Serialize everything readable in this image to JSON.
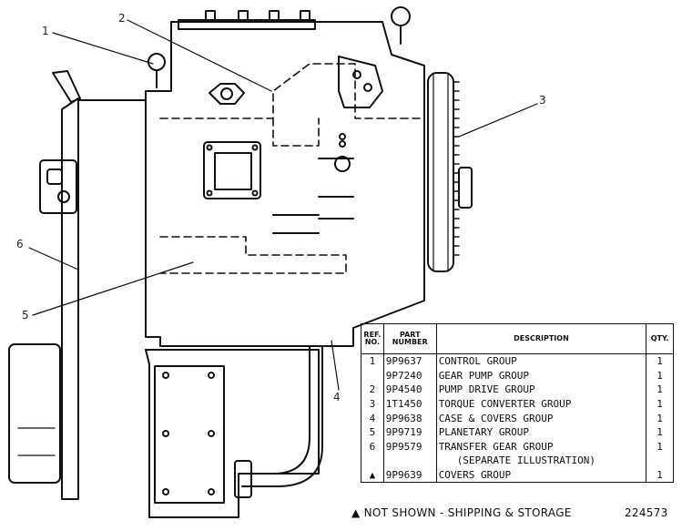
{
  "callouts": [
    "1",
    "2",
    "3",
    "4",
    "5",
    "6"
  ],
  "table": {
    "headers": {
      "ref": "REF. NO.",
      "part_number": "PART NUMBER",
      "description": "DESCRIPTION",
      "qty": "QTY."
    },
    "rows": [
      {
        "ref": "1",
        "part_number": "9P9637",
        "description": "CONTROL GROUP",
        "qty": "1"
      },
      {
        "ref": "",
        "part_number": "9P7240",
        "description": "GEAR PUMP GROUP",
        "qty": "1"
      },
      {
        "ref": "2",
        "part_number": "9P4540",
        "description": "PUMP DRIVE GROUP",
        "qty": "1"
      },
      {
        "ref": "3",
        "part_number": "1T1450",
        "description": "TORQUE CONVERTER GROUP",
        "qty": "1"
      },
      {
        "ref": "4",
        "part_number": "9P9638",
        "description": "CASE & COVERS GROUP",
        "qty": "1"
      },
      {
        "ref": "5",
        "part_number": "9P9719",
        "description": "PLANETARY GROUP",
        "qty": "1"
      },
      {
        "ref": "6",
        "part_number": "9P9579",
        "description": "TRANSFER GEAR GROUP",
        "qty": "1"
      },
      {
        "ref": "",
        "part_number": "",
        "description": "(SEPARATE ILLUSTRATION)",
        "qty": ""
      },
      {
        "ref": "▲",
        "part_number": "9P9639",
        "description": "COVERS GROUP",
        "qty": "1"
      }
    ]
  },
  "footnote": "▲ NOT SHOWN - SHIPPING & STORAGE",
  "illustration_number": "224573"
}
